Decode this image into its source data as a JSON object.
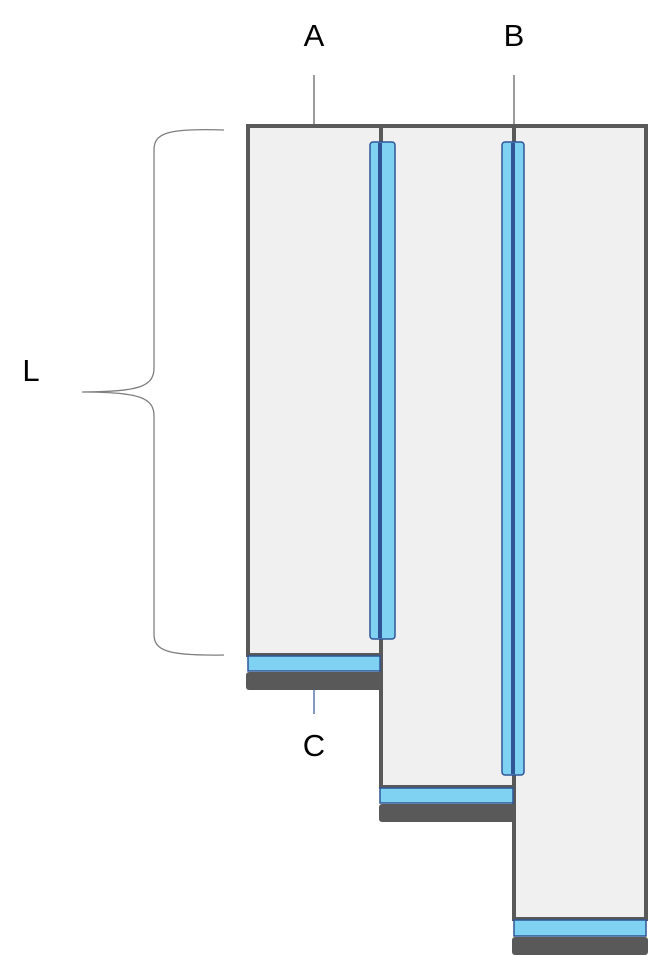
{
  "labels": {
    "a": "A",
    "b": "B",
    "c": "C",
    "l": "L"
  },
  "colors": {
    "panel_fill": "#f0f0f0",
    "panel_stroke": "#595959",
    "blue_fill": "#7fd2f2",
    "blue_stroke": "#2f5597",
    "dark_bar": "#595959"
  }
}
